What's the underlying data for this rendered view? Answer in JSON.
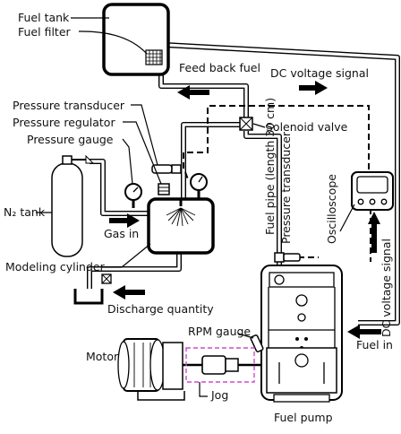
{
  "labels": {
    "fuel_tank": "Fuel tank",
    "fuel_filter": "Fuel filter",
    "feed_back_fuel": "Feed back fuel",
    "dc_voltage_signal_top": "DC voltage signal",
    "pressure_transducer_left": "Pressure transducer",
    "solenoid_valve": "Solenoid valve",
    "pressure_regulator": "Pressure regulator",
    "pressure_gauge": "Pressure gauge",
    "n2_tank": "N₂ tank",
    "gas_in": "Gas in",
    "fuel_pipe": "Fuel pipe (length 30 cm)",
    "pressure_transducer_right": "Pressure transducer",
    "oscilloscope": "Oscilloscope",
    "dc_voltage_signal_right": "DC voltage signal",
    "modeling_cylinder": "Modeling cylinder",
    "discharge_quantity": "Discharge quantity",
    "rpm_gauge": "RPM gauge",
    "motor": "Motor",
    "jog": "Jog",
    "fuel_in": "Fuel in",
    "fuel_pump": "Fuel pump"
  },
  "colors": {
    "line": "#000000",
    "jog_highlight": "#d04ad0",
    "background": "#ffffff"
  }
}
